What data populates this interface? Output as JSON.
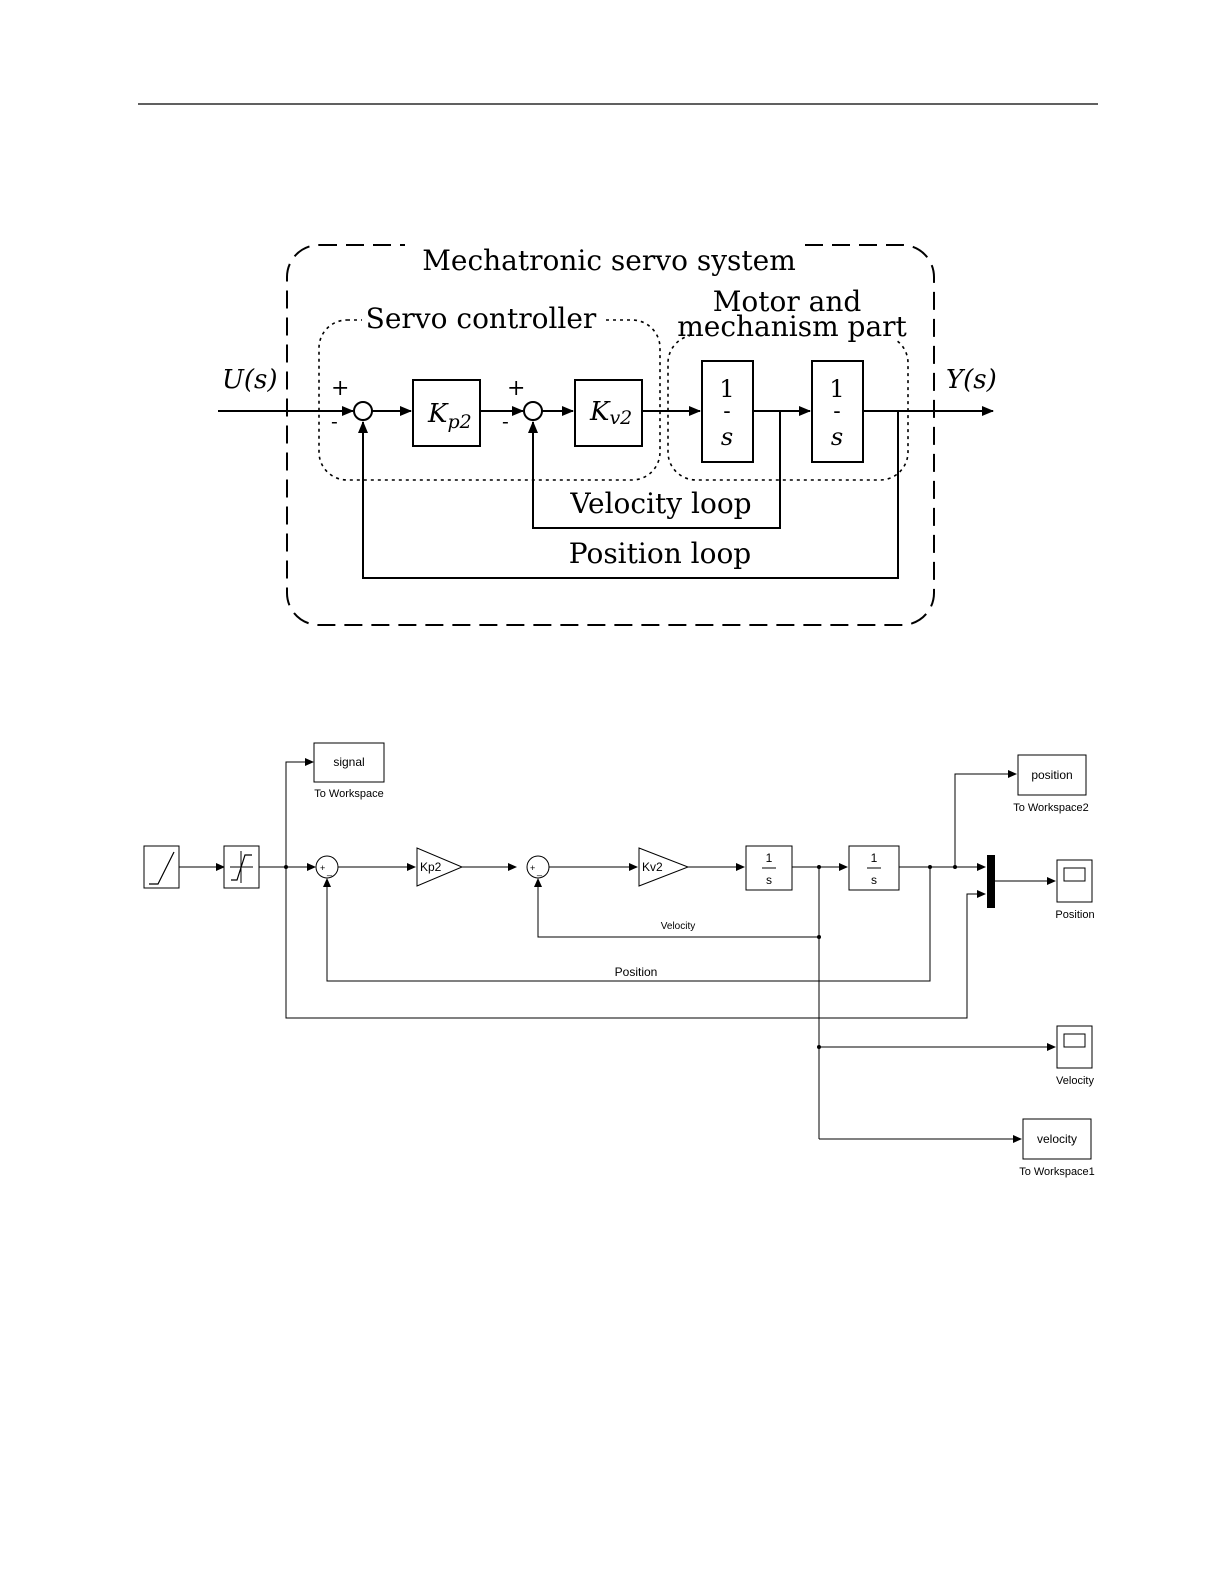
{
  "upper_diagram": {
    "outer_box_label": "Mechatronic servo system",
    "controller_box_label": "Servo controller",
    "motor_box_label_line1": "Motor and",
    "motor_box_label_line2": "mechanism part",
    "input_label": "U(s)",
    "output_label": "Y(s)",
    "plus_sign": "+",
    "minus_sign": "-",
    "kp_symbol": "K",
    "kp_subscript": "p2",
    "kv_symbol": "K",
    "kv_subscript": "v2",
    "integrator_numerator": "1",
    "integrator_bar": "-",
    "integrator_denominator": "s",
    "velocity_loop_label": "Velocity loop",
    "position_loop_label": "Position loop"
  },
  "simulink_model": {
    "signal_block": {
      "text": "signal",
      "caption": "To Workspace"
    },
    "position_block": {
      "text": "position",
      "caption": "To Workspace2"
    },
    "velocity_ws_block": {
      "text": "velocity",
      "caption": "To Workspace1"
    },
    "position_scope_caption": "Position",
    "velocity_scope_caption": "Velocity",
    "kp_gain_label": "Kp2",
    "kv_gain_label": "Kv2",
    "integrator_numerator": "1",
    "integrator_denominator": "s",
    "sum_plus": "+",
    "sum_minus": "_",
    "velocity_line_label": "Velocity",
    "position_line_label": "Position"
  }
}
